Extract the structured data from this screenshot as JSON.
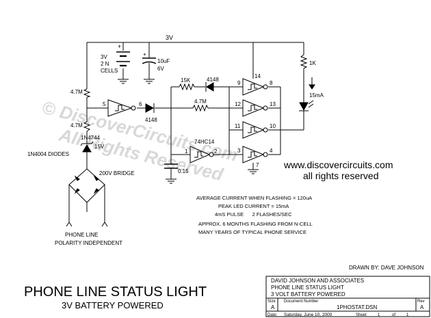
{
  "watermark": {
    "line1": "© DiscoverCircuits.com",
    "line2": "All Rights Reserved"
  },
  "supply": {
    "rail": "3V",
    "battery_label_1": "3V",
    "battery_label_2": "2 N",
    "battery_label_3": "CELLS",
    "cap_value": "10uF",
    "cap_voltage": "6V"
  },
  "components": {
    "r_top": "4.7M",
    "r_bottom": "4.7M",
    "zener_part": "1N4744",
    "zener_voltage": "15V",
    "diodes_label": "1N4004 DIODES",
    "bridge_label": "200V BRIDGE",
    "gate_in_pin": "5",
    "gate_out_pin": "6",
    "diode_main": "4148",
    "r_15k": "15K",
    "diode_top": "4148",
    "r_feedback": "4.7M",
    "ic_label": "74HC14",
    "osc_pin_in": "1",
    "osc_pin_out": "2",
    "cap_timing": "0.15",
    "r_led": "1K",
    "led_current": "15mA",
    "pin_14": "14",
    "pin_9": "9",
    "pin_8": "8",
    "pin_12": "12",
    "pin_13": "13",
    "pin_11": "11",
    "pin_10": "10",
    "pin_3": "3",
    "pin_4": "4",
    "pin_7": "7"
  },
  "phone": {
    "label_1": "PHONE LINE",
    "label_2": "POLARITY INDEPENDENT"
  },
  "site": {
    "url": "www.discovercircuits.com",
    "rights": "all rights reserved"
  },
  "notes": [
    "AVERAGE CURRENT WHEN FLASHING = 120uA",
    "PEAK LED CURRENT = 15mA",
    "4mS PULSE      2 FLASHES/SEC",
    "APPROX. 6 MONTHS FLASHING FROM N-CELL",
    "MANY YEARS OF TYPICAL PHONE SERVICE"
  ],
  "drawn_by": "DRAWN BY:  DAVE JOHNSON",
  "title": {
    "main": "PHONE LINE STATUS LIGHT",
    "sub": "3V BATTERY POWERED"
  },
  "title_block": {
    "company": "DAVID JOHNSON AND ASSOCIATES",
    "line2": "PHONE LINE STATUS LIGHT",
    "line3": "3 VOLT BATTERY POWERED",
    "size_label": "Size",
    "size_value": "A",
    "doc_label": "Document Number",
    "doc_value": "1PHOSTAT.DSN",
    "rev_label": "Rev",
    "rev_value": "A",
    "date_label": "Date:",
    "date_value": "Saturday, June 10, 2000",
    "sheet_label": "Sheet",
    "sheet_value": "1",
    "of_label": "of",
    "of_value": "1"
  }
}
